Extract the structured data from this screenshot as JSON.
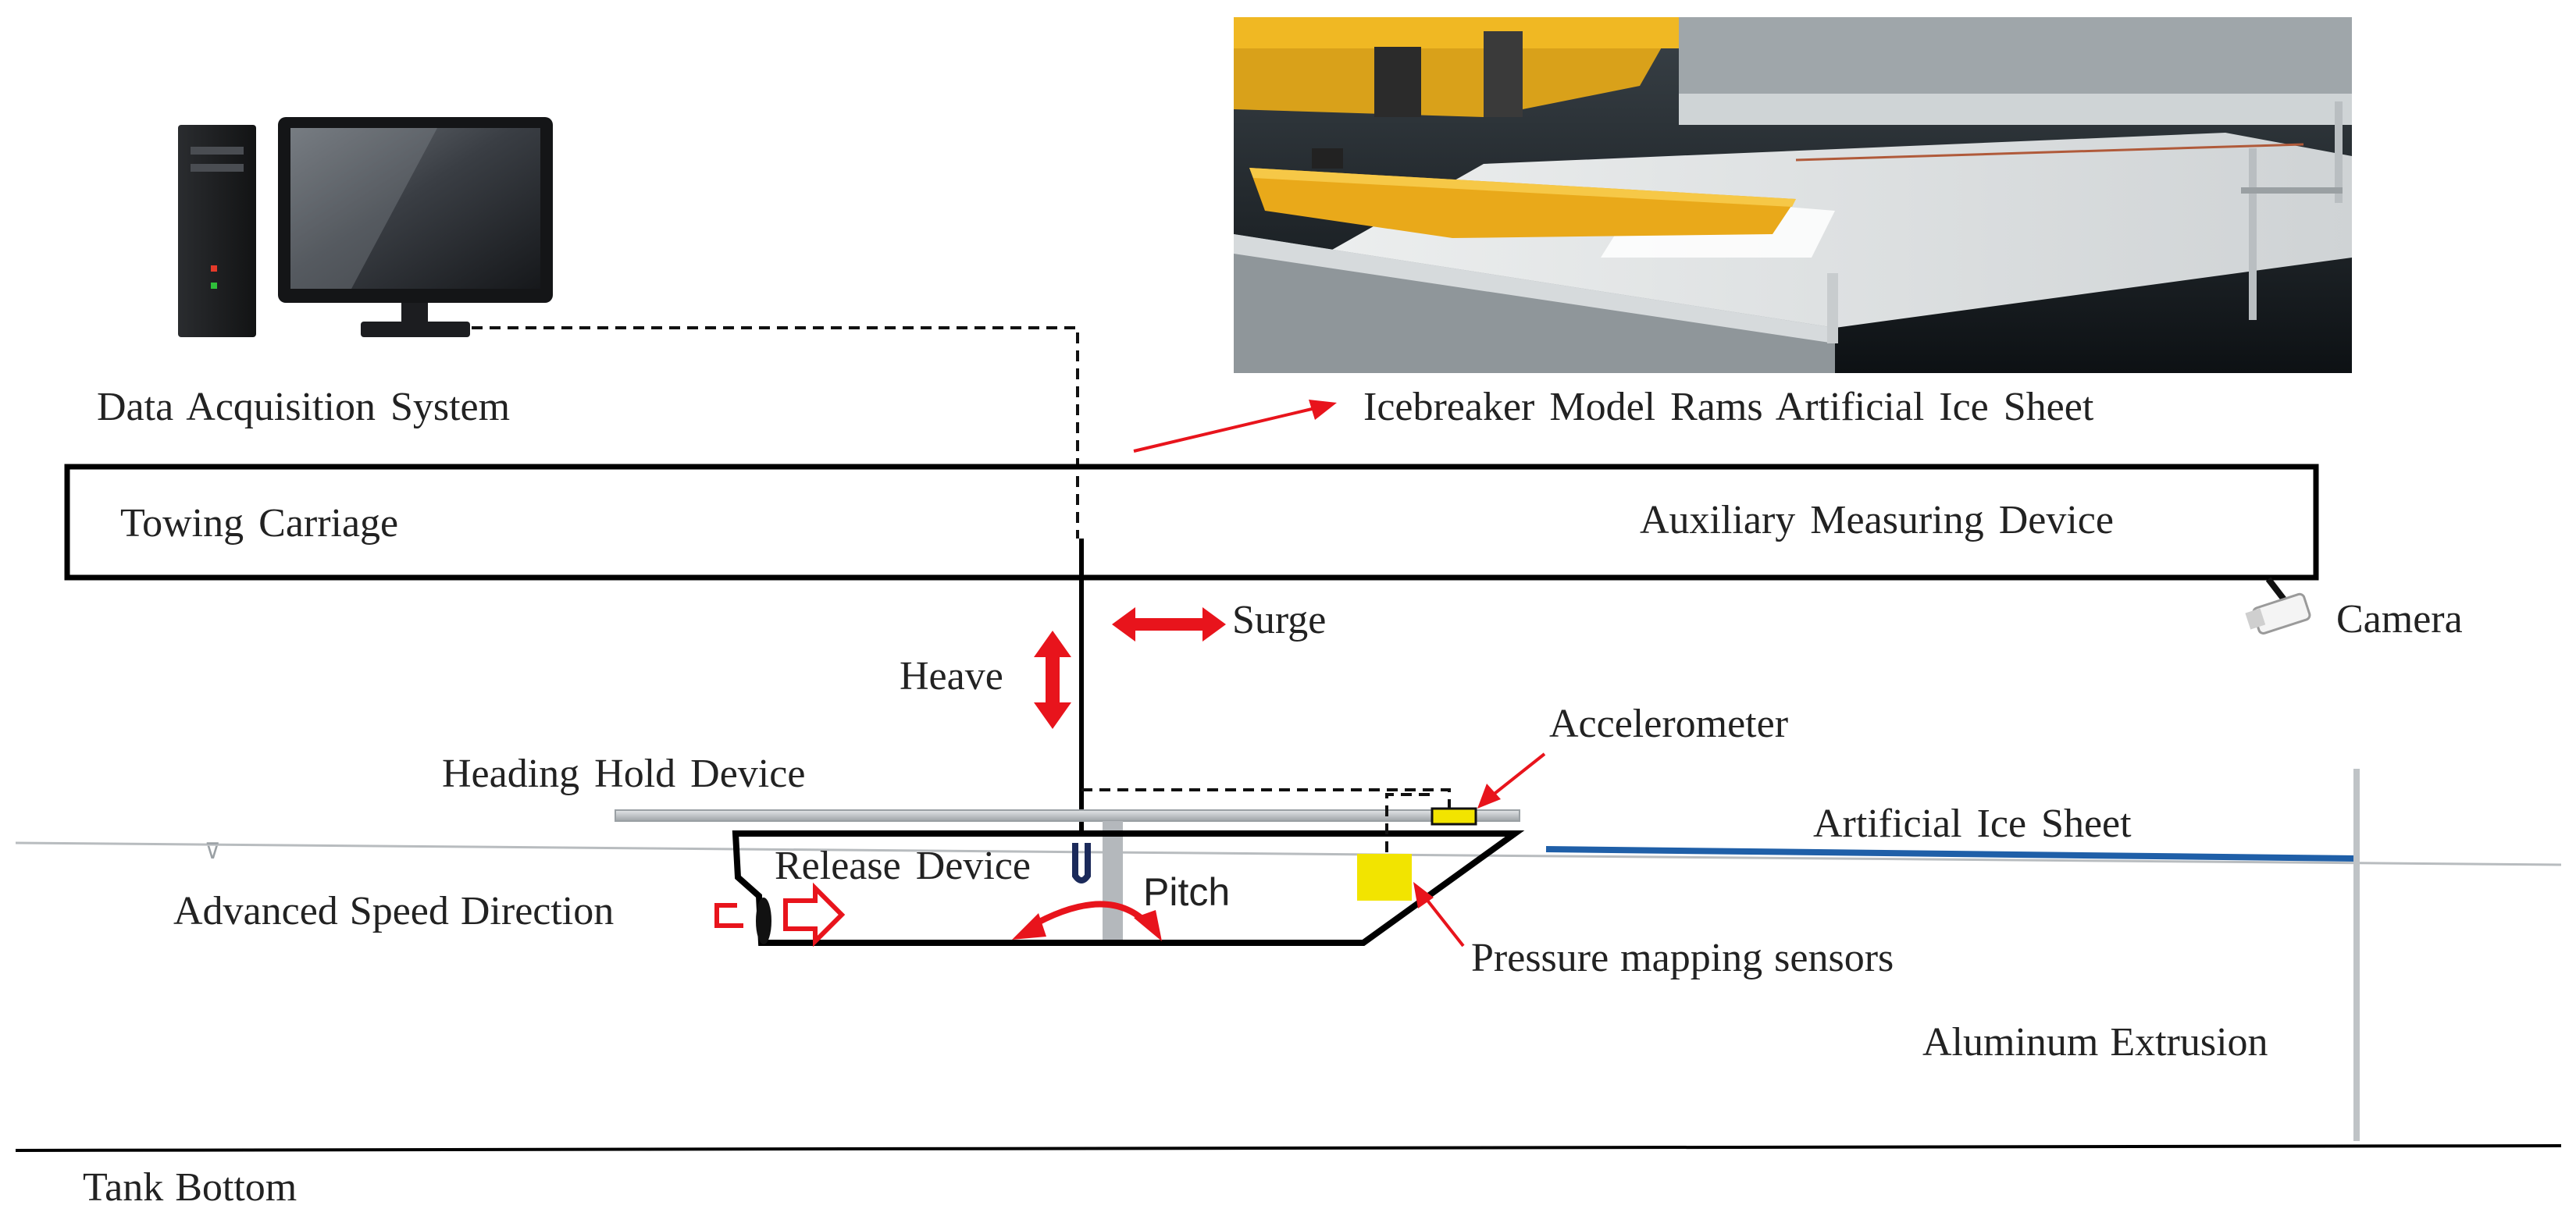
{
  "labels": {
    "data_acquisition": "Data Acquisition System",
    "photo_caption": "Icebreaker Model Rams Artificial Ice Sheet",
    "towing_carriage": "Towing Carriage",
    "aux_device": "Auxiliary Measuring Device",
    "camera": "Camera",
    "surge": "Surge",
    "heave": "Heave",
    "accelerometer": "Accelerometer",
    "heading_hold": "Heading Hold Device",
    "artificial_ice": "Artificial Ice Sheet",
    "release_device": "Release Device",
    "pitch": "Pitch",
    "advanced_speed": "Advanced Speed Direction",
    "pressure_sensors": "Pressure mapping sensors",
    "aluminum": "Aluminum Extrusion",
    "tank_bottom": "Tank Bottom"
  },
  "colors": {
    "arrow_red": "#e8141c",
    "ice_blue": "#1f5fa8",
    "sensor_yellow": "#f2e400",
    "outline": "#000000",
    "photo_hull": "#e9a91a"
  },
  "icons": [
    "computer-tower-icon",
    "monitor-icon",
    "camera-icon",
    "photo-icebreaker-model"
  ]
}
